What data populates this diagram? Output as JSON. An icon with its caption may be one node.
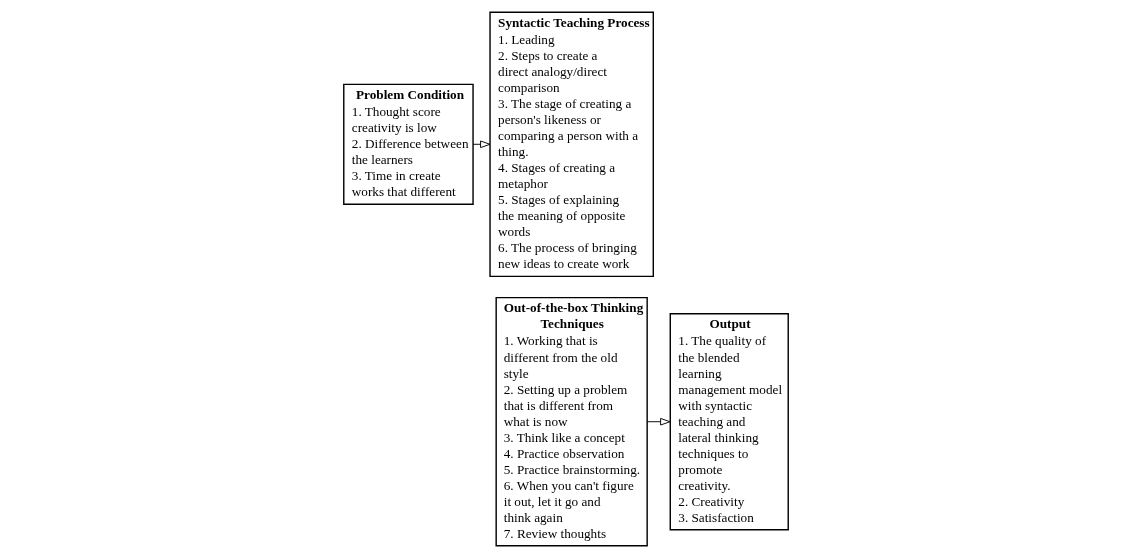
{
  "diagram": {
    "nodes": [
      {
        "text": [
          "Problem Condition",
          "1. Thought score creativity is low",
          "2. Difference between the learners",
          "3. Time in create works that different"
        ]
      },
      {
        "text": [
          "Syntactic Teaching Process",
          "1. Leading",
          "2. Steps to create a direct analogy/direct comparison",
          "3. The stage of creating a person's likeness or comparing a person with a thing.",
          "4. Stages of creating a metaphor",
          "5. Stages of explaining the meaning of opposite words",
          "6. The process of bringing new ideas to create work"
        ]
      },
      {
        "text": [
          "Out-of-the-box Thinking Techniques",
          "1. Working that is different from the old style",
          "2. Setting up a problem that is different from what is now",
          "3. Think like a concept",
          "4. Practice observation",
          "5. Practice brainstorming.",
          "6. When you can't figure it out, let it go and think again",
          "7. Review thoughts"
        ]
      },
      {
        "text": [
          "Output",
          "1. The quality of the blended learning management model with syntactic teaching and lateral thinking techniques to promote creativity.",
          "2. Creativity",
          "3. Satisfaction"
        ]
      }
    ],
    "edges": [
      {
        "from": 0,
        "to": 1,
        "arrow": "to"
      },
      {
        "from": 2,
        "to": 3,
        "arrow": "to"
      }
    ]
  }
}
